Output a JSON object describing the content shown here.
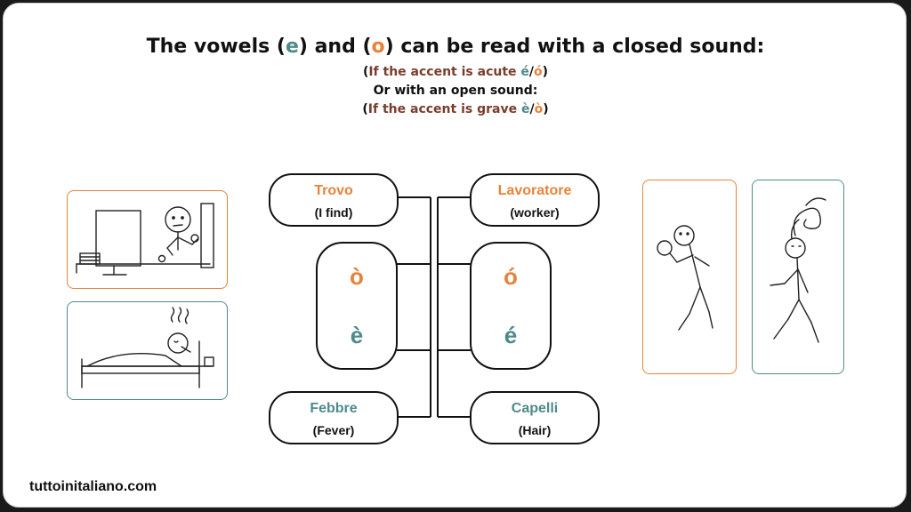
{
  "title": {
    "part1": "The vowels (",
    "e": "e",
    "part2": ") and (",
    "o": "o",
    "part3": ") can be read with a closed sound:"
  },
  "line_acute": {
    "open": "(",
    "text": "If the accent is acute ",
    "e": "é",
    "slash": "/",
    "o": "ó",
    "close": ")"
  },
  "line_open": "Or with an open sound:",
  "line_grave": {
    "open": "(",
    "text": "If the accent is grave ",
    "e": "è",
    "slash": "/",
    "o": "ò",
    "close": ")"
  },
  "words": {
    "trovo": {
      "word": "Trovo",
      "meaning": "(I find)"
    },
    "lavoratore": {
      "word": "Lavoratore",
      "meaning": "(worker)"
    },
    "febbre": {
      "word": "Febbre",
      "meaning": "(Fever)"
    },
    "capelli": {
      "word": "Capelli",
      "meaning": "(Hair)"
    }
  },
  "grave_box": {
    "o": "ò",
    "e": "è"
  },
  "acute_box": {
    "o": "ó",
    "e": "é"
  },
  "footer": "tuttoinitaliano.com",
  "colors": {
    "orange": "#e8833a",
    "teal": "#4f8a8b",
    "brown": "#7a3d2c"
  }
}
